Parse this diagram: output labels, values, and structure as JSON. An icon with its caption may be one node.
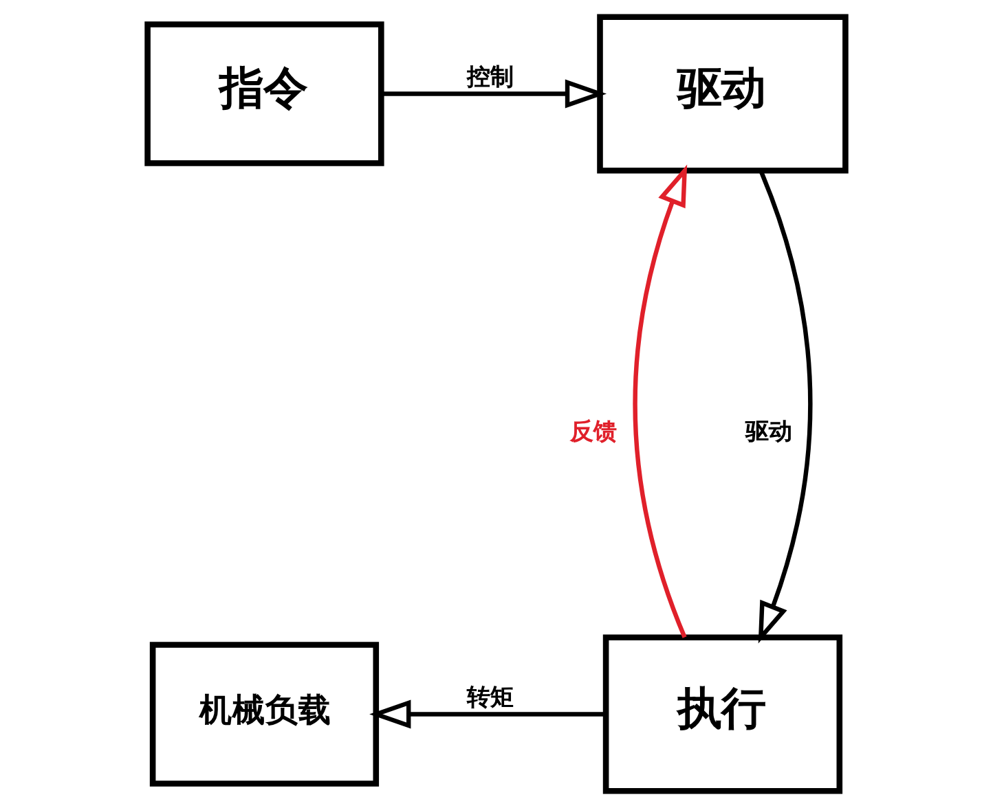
{
  "diagram": {
    "nodes": [
      {
        "text": [
          "指令"
        ]
      },
      {
        "text": [
          "驱动"
        ]
      },
      {
        "text": [
          "执行"
        ]
      },
      {
        "text": [
          "机械负载"
        ]
      }
    ],
    "edges": [
      {
        "from": 0,
        "to": 1,
        "arrow": "to",
        "label": "控制"
      },
      {
        "from": 1,
        "to": 2,
        "arrow": "to",
        "label": "驱动"
      },
      {
        "from": 2,
        "to": 1,
        "arrow": "to",
        "label": "反馈",
        "color": "#e0202a"
      },
      {
        "from": 2,
        "to": 3,
        "arrow": "to",
        "label": "转矩"
      }
    ]
  }
}
